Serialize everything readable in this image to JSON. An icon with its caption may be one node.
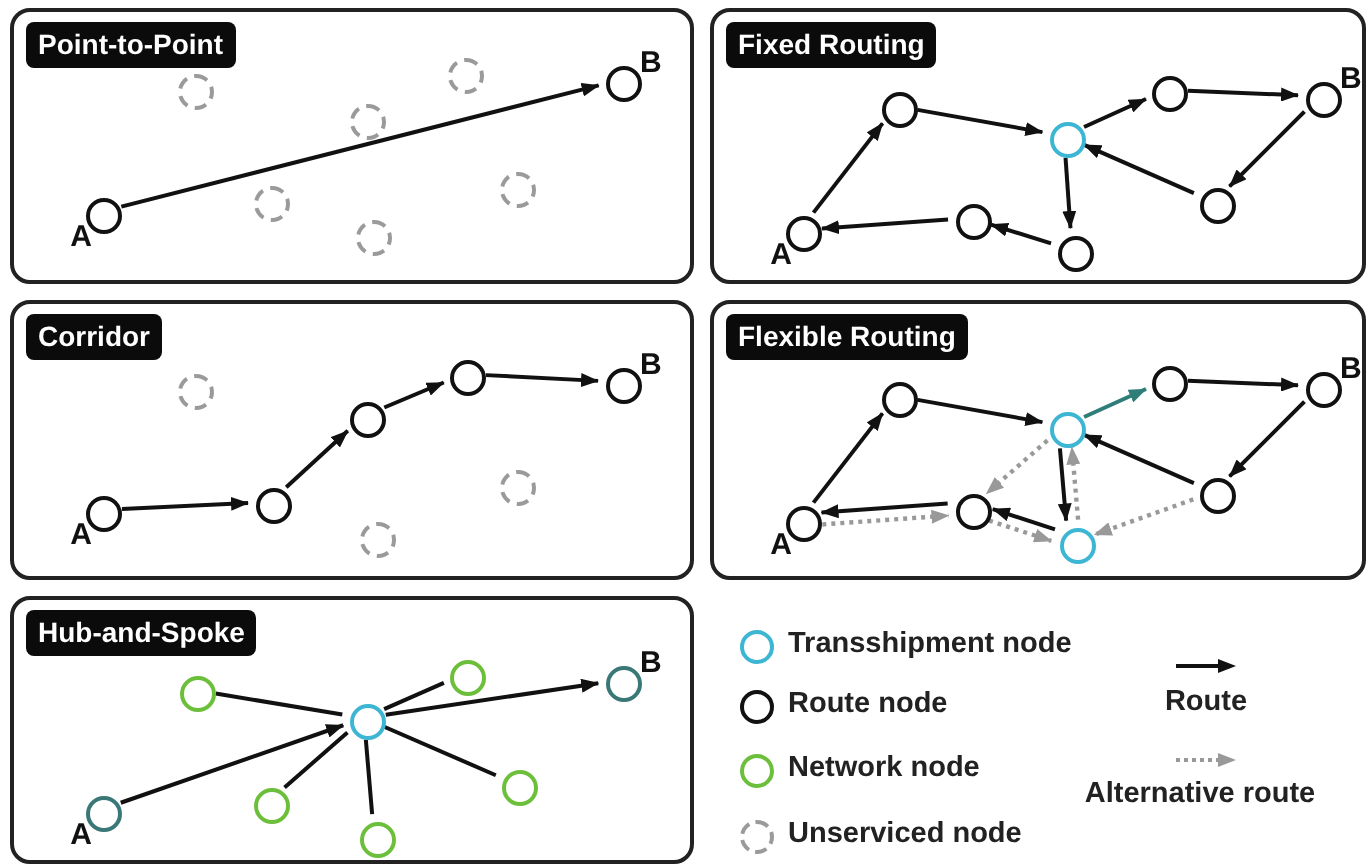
{
  "diagram": {
    "nodes": [
      {
        "text": [
          "Point-to-Point"
        ]
      },
      {
        "text": [],
        "shape": "circle",
        "in": 0,
        "beside": [
          "A"
        ]
      },
      {
        "text": [],
        "shape": "circle",
        "in": 0,
        "beside": [
          "B"
        ]
      },
      {
        "text": [],
        "shape": "circle",
        "in": 0
      },
      {
        "text": [],
        "shape": "circle",
        "in": 0
      },
      {
        "text": [],
        "shape": "circle",
        "in": 0
      },
      {
        "text": [],
        "shape": "circle",
        "in": 0
      },
      {
        "text": [],
        "shape": "circle",
        "in": 0
      },
      {
        "text": [],
        "shape": "circle",
        "in": 0
      },
      {
        "text": [
          "Fixed Routing"
        ]
      },
      {
        "text": [],
        "shape": "circle",
        "in": 9,
        "beside": [
          "A"
        ]
      },
      {
        "text": [],
        "shape": "circle",
        "in": 9
      },
      {
        "text": [],
        "shape": "circle",
        "in": 9
      },
      {
        "text": [],
        "shape": "circle",
        "in": 9
      },
      {
        "text": [],
        "shape": "circle",
        "in": 9,
        "beside": [
          "B"
        ]
      },
      {
        "text": [],
        "shape": "circle",
        "in": 9
      },
      {
        "text": [],
        "shape": "circle",
        "in": 9
      },
      {
        "text": [],
        "shape": "circle",
        "in": 9
      },
      {
        "text": [
          "Corridor"
        ]
      },
      {
        "text": [],
        "shape": "circle",
        "in": 18,
        "beside": [
          "A"
        ]
      },
      {
        "text": [],
        "shape": "circle",
        "in": 18
      },
      {
        "text": [],
        "shape": "circle",
        "in": 18
      },
      {
        "text": [],
        "shape": "circle",
        "in": 18
      },
      {
        "text": [],
        "shape": "circle",
        "in": 18,
        "beside": [
          "B"
        ]
      },
      {
        "text": [],
        "shape": "circle",
        "in": 18
      },
      {
        "text": [],
        "shape": "circle",
        "in": 18
      },
      {
        "text": [],
        "shape": "circle",
        "in": 18
      },
      {
        "text": [
          "Flexible Routing"
        ]
      },
      {
        "text": [],
        "shape": "circle",
        "in": 27,
        "beside": [
          "A"
        ]
      },
      {
        "text": [],
        "shape": "circle",
        "in": 27
      },
      {
        "text": [],
        "shape": "circle",
        "in": 27
      },
      {
        "text": [],
        "shape": "circle",
        "in": 27
      },
      {
        "text": [],
        "shape": "circle",
        "in": 27,
        "beside": [
          "B"
        ]
      },
      {
        "text": [],
        "shape": "circle",
        "in": 27
      },
      {
        "text": [],
        "shape": "circle",
        "in": 27
      },
      {
        "text": [],
        "shape": "circle",
        "in": 27
      },
      {
        "text": [
          "Hub-and-Spoke"
        ]
      },
      {
        "text": [],
        "shape": "circle",
        "in": 36,
        "beside": [
          "A"
        ]
      },
      {
        "text": [],
        "shape": "circle",
        "in": 36
      },
      {
        "text": [],
        "shape": "circle",
        "in": 36,
        "beside": [
          "B"
        ]
      },
      {
        "text": [],
        "shape": "circle",
        "in": 36
      },
      {
        "text": [],
        "shape": "circle",
        "in": 36
      },
      {
        "text": [],
        "shape": "circle",
        "in": 36
      },
      {
        "text": [],
        "shape": "circle",
        "in": 36
      },
      {
        "text": [],
        "shape": "circle",
        "in": 36
      }
    ],
    "edges": [
      {
        "from": 1,
        "to": 2,
        "arrow": "to"
      },
      {
        "from": 10,
        "to": 11,
        "arrow": "to"
      },
      {
        "from": 11,
        "to": 12,
        "arrow": "to"
      },
      {
        "from": 12,
        "to": 13,
        "arrow": "to"
      },
      {
        "from": 13,
        "to": 14,
        "arrow": "to"
      },
      {
        "from": 14,
        "to": 15,
        "arrow": "to"
      },
      {
        "from": 15,
        "to": 12,
        "arrow": "to"
      },
      {
        "from": 12,
        "to": 16,
        "arrow": "to"
      },
      {
        "from": 16,
        "to": 17,
        "arrow": "to"
      },
      {
        "from": 17,
        "to": 10,
        "arrow": "to"
      },
      {
        "from": 19,
        "to": 20,
        "arrow": "to"
      },
      {
        "from": 20,
        "to": 21,
        "arrow": "to"
      },
      {
        "from": 21,
        "to": 22,
        "arrow": "to"
      },
      {
        "from": 22,
        "to": 23,
        "arrow": "to"
      },
      {
        "from": 28,
        "to": 29,
        "arrow": "to"
      },
      {
        "from": 29,
        "to": 30,
        "arrow": "to"
      },
      {
        "from": 30,
        "to": 31,
        "arrow": "to",
        "color": "#2e7d78"
      },
      {
        "from": 31,
        "to": 32,
        "arrow": "to"
      },
      {
        "from": 32,
        "to": 33,
        "arrow": "to"
      },
      {
        "from": 33,
        "to": 30,
        "arrow": "to"
      },
      {
        "from": 30,
        "to": 34,
        "arrow": "to"
      },
      {
        "from": 34,
        "to": 35,
        "arrow": "to"
      },
      {
        "from": 35,
        "to": 28,
        "arrow": "to"
      },
      {
        "from": 28,
        "to": 35,
        "arrow": "to",
        "style": "dashed",
        "color": "#999999"
      },
      {
        "from": 35,
        "to": 34,
        "arrow": "to",
        "style": "dashed",
        "color": "#999999"
      },
      {
        "from": 34,
        "to": 30,
        "arrow": "to",
        "style": "dashed",
        "color": "#999999"
      },
      {
        "from": 30,
        "to": 35,
        "arrow": "to",
        "style": "dashed",
        "color": "#999999"
      },
      {
        "from": 33,
        "to": 34,
        "arrow": "to",
        "style": "dashed",
        "color": "#999999"
      },
      {
        "from": 37,
        "to": 38,
        "arrow": "to"
      },
      {
        "from": 38,
        "to": 39,
        "arrow": "to"
      },
      {
        "from": 40,
        "to": 38,
        "arrow": "none"
      },
      {
        "from": 41,
        "to": 38,
        "arrow": "none"
      },
      {
        "from": 42,
        "to": 38,
        "arrow": "none"
      },
      {
        "from": 43,
        "to": 38,
        "arrow": "none"
      },
      {
        "from": 44,
        "to": 38,
        "arrow": "none"
      }
    ],
    "legend": [
      {
        "text": "Transshipment node"
      },
      {
        "text": "Route node"
      },
      {
        "text": "Network node"
      },
      {
        "text": "Unserviced node"
      },
      {
        "text": "Route"
      },
      {
        "text": "Alternative route"
      }
    ]
  }
}
